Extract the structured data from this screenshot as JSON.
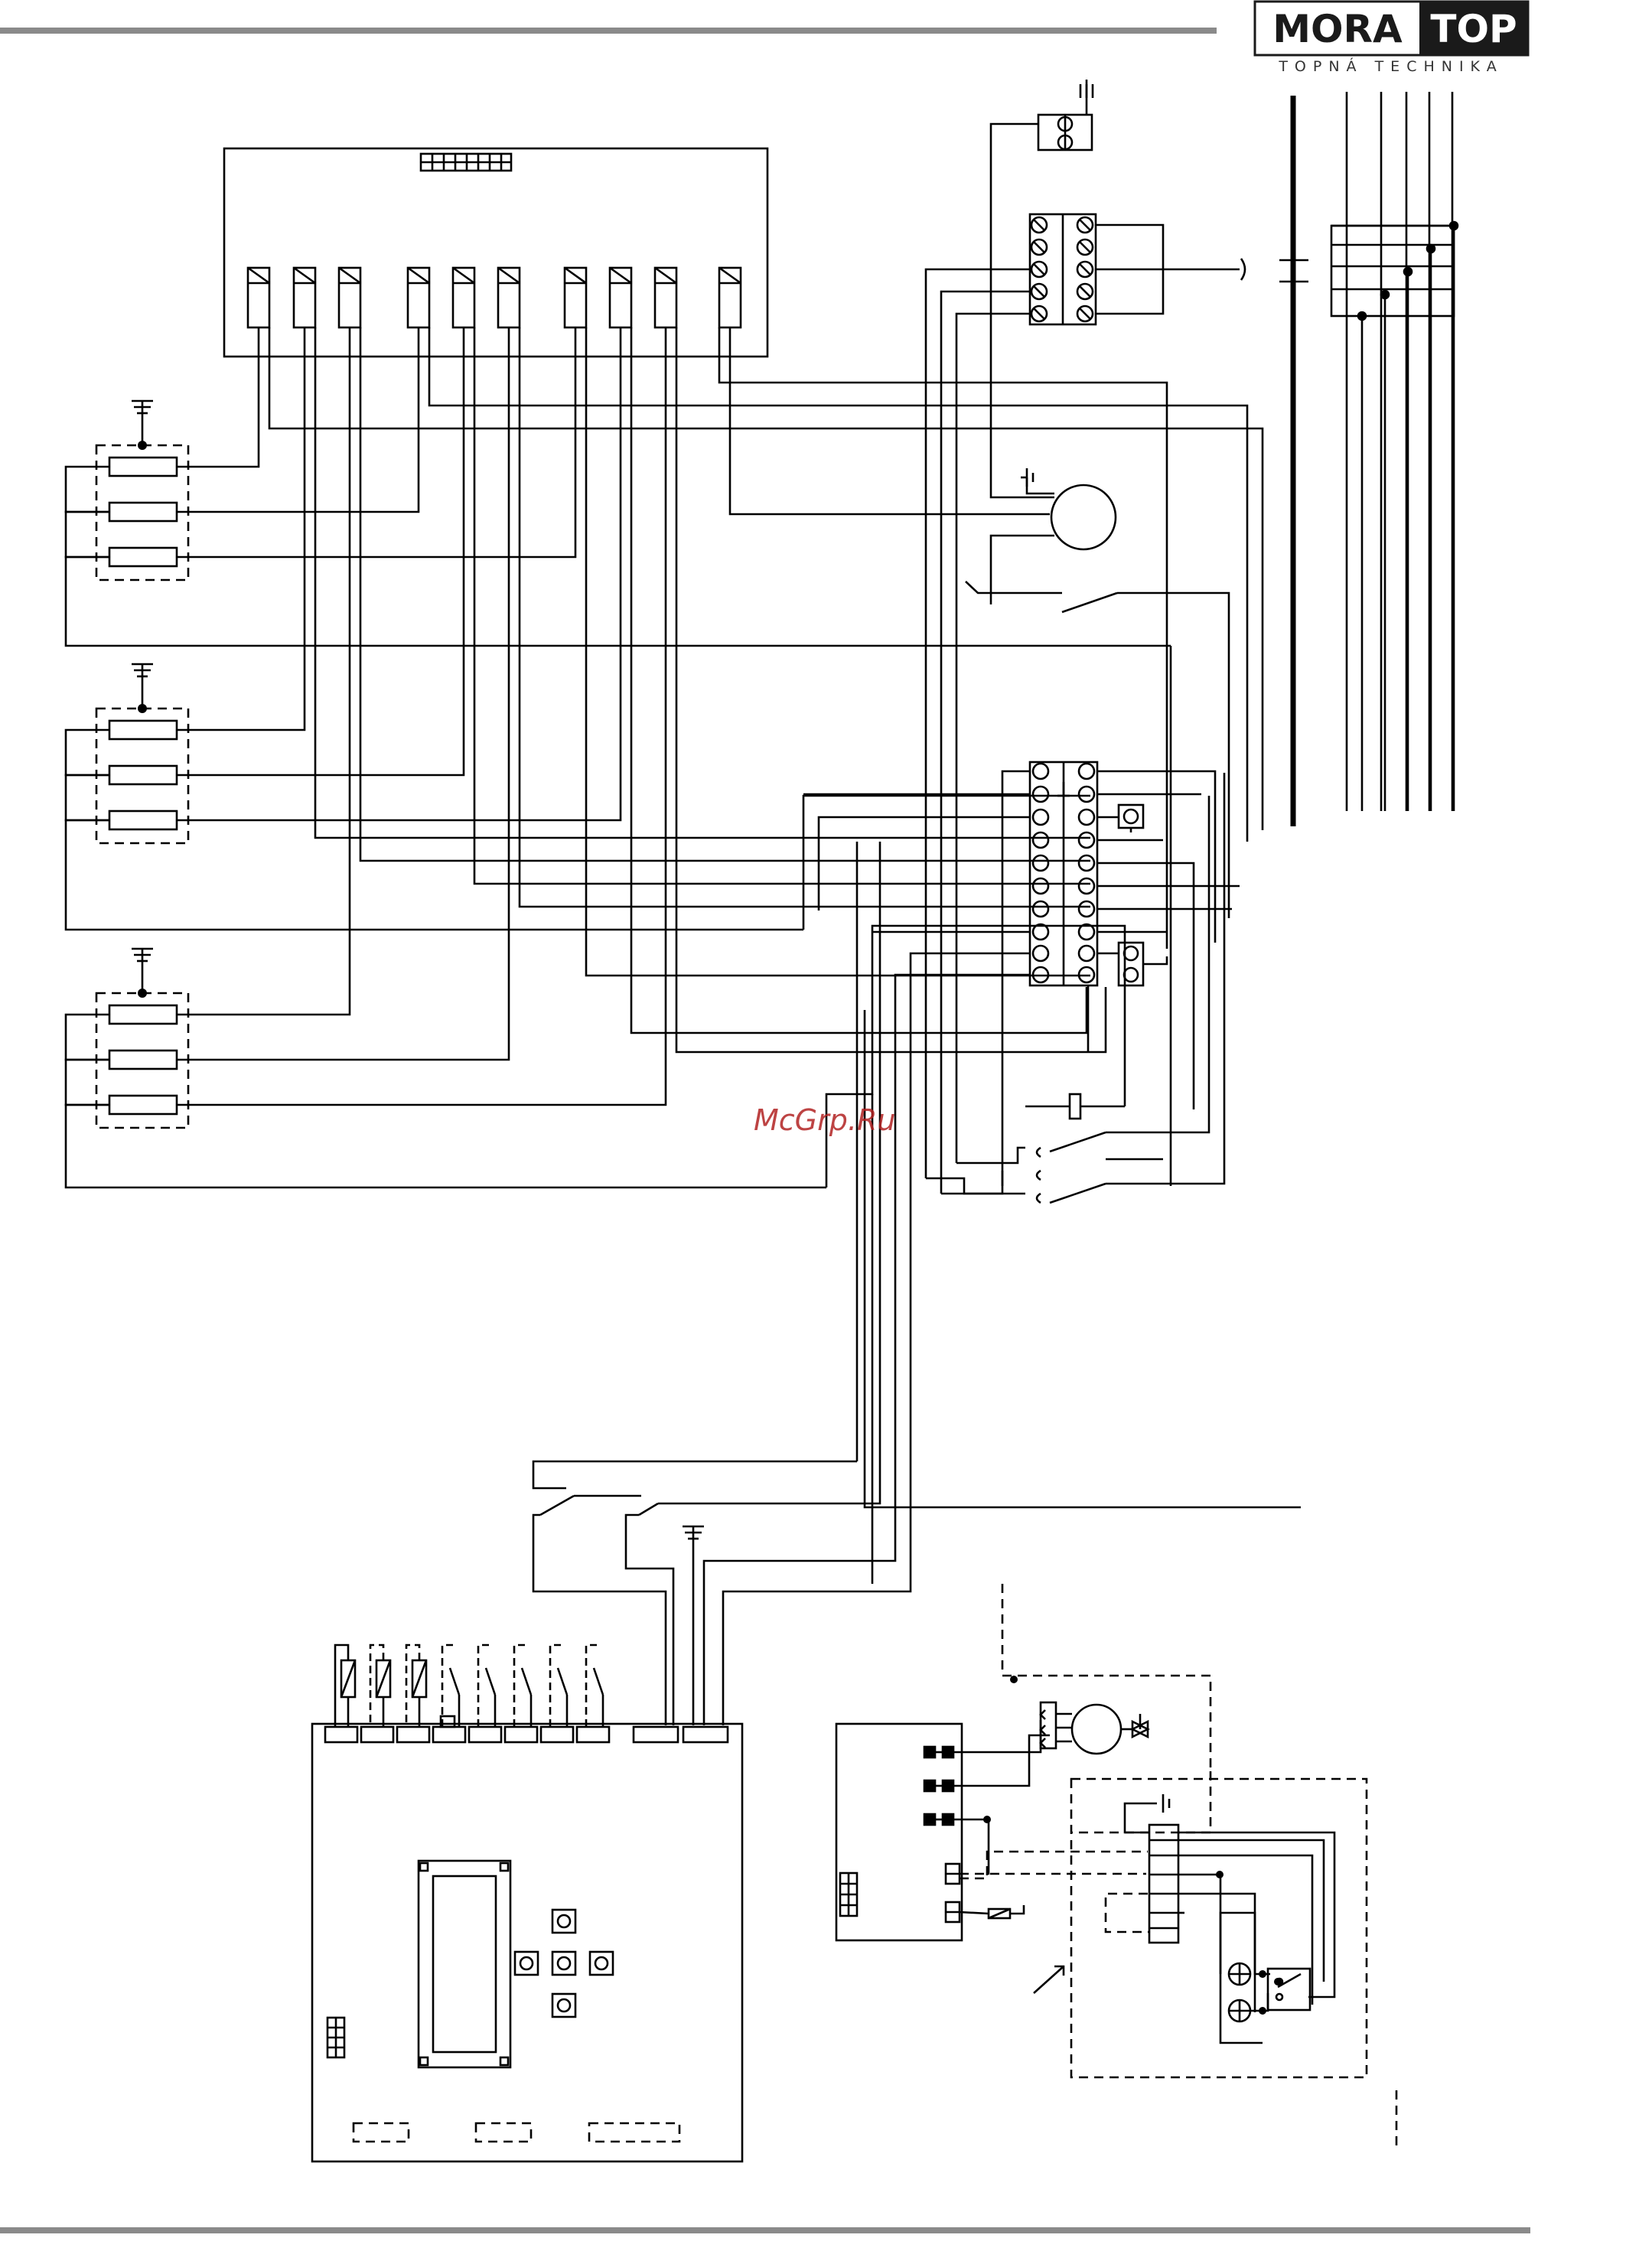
{
  "brand": {
    "logo_left": "MORA",
    "logo_right": "TOP",
    "tagline": "TOPNÁ TECHNIKA"
  },
  "watermark": {
    "text": "McGrp.Ru"
  },
  "colors": {
    "wire": "#000000",
    "rule": "#8a8a8a",
    "logo_fill": "#1a1a1a",
    "watermark": "#b22222"
  }
}
